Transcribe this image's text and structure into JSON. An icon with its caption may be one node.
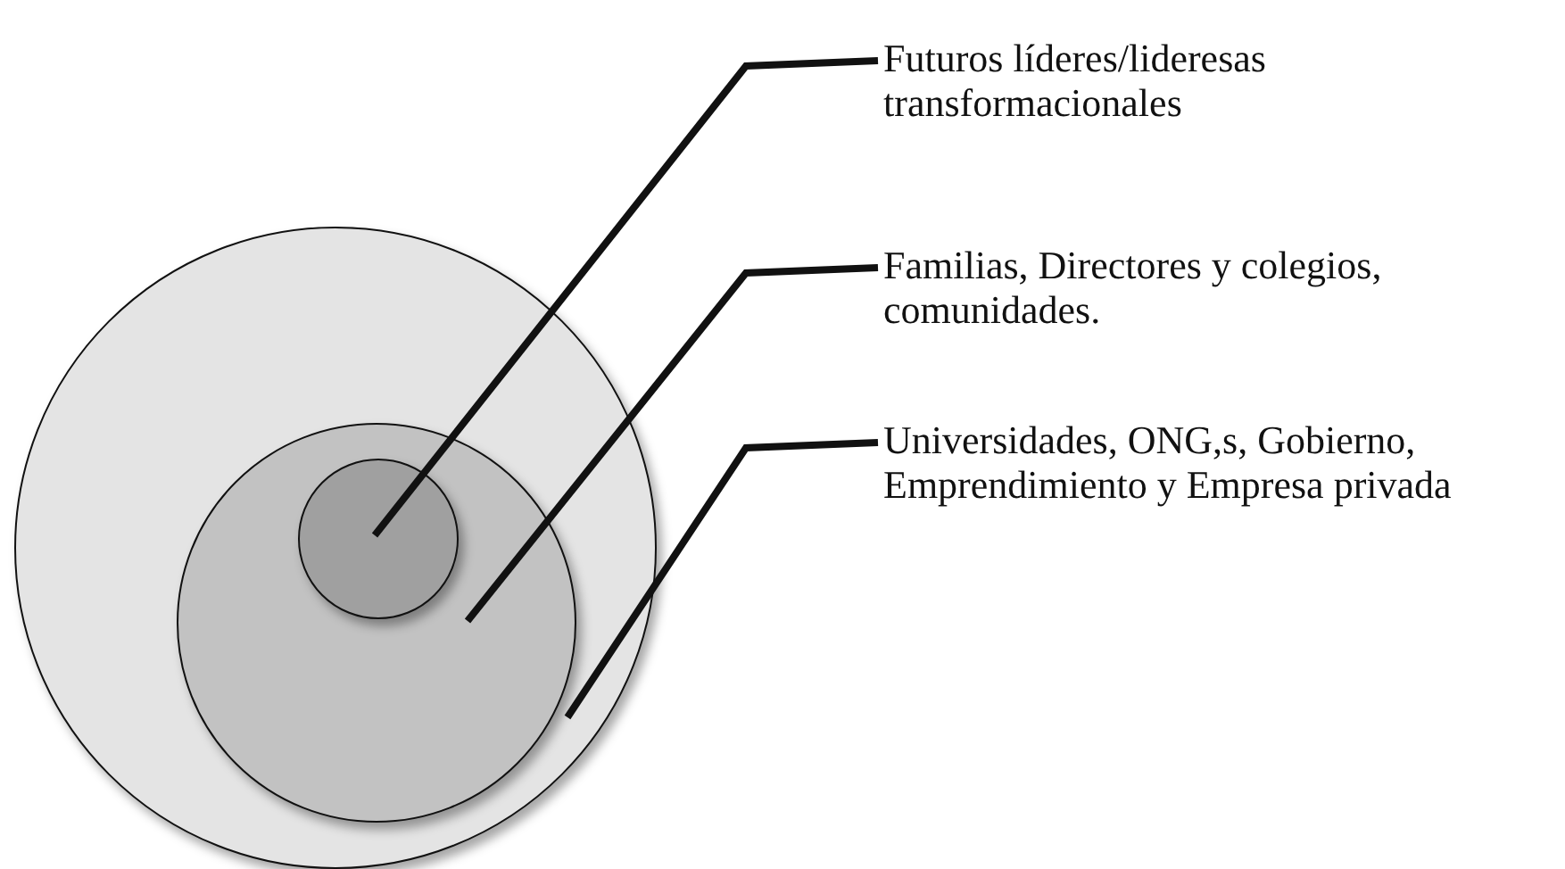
{
  "diagram": {
    "nodes": [
      {
        "text": [],
        "shape": "circle"
      },
      {
        "text": [],
        "shape": "circle",
        "in": 0
      },
      {
        "text": [],
        "shape": "circle",
        "in": 1
      },
      {
        "text": [
          "Futuros líderes/lideresas transformacionales"
        ]
      },
      {
        "text": [
          "Familias, Directores y colegios, comunidades."
        ]
      },
      {
        "text": [
          "Universidades, ONG,s, Gobierno, Emprendimiento y Empresa privada"
        ]
      }
    ],
    "edges": [
      {
        "from": 3,
        "to": 2,
        "arrow": "none"
      },
      {
        "from": 4,
        "to": 1,
        "arrow": "none"
      },
      {
        "from": 5,
        "to": 0,
        "arrow": "none"
      }
    ]
  }
}
